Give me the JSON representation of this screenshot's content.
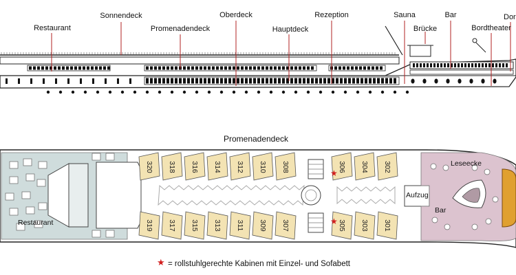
{
  "side_view": {
    "labels": {
      "sonnendeck": "Sonnendeck",
      "oberdeck": "Oberdeck",
      "rezeption": "Rezeption",
      "sauna": "Sauna",
      "bar": "Bar",
      "dorf": "Dor",
      "restaurant": "Restaurant",
      "promenadendeck": "Promenadendeck",
      "hauptdeck": "Hauptdeck",
      "bruecke": "Brücke",
      "bordtheater": "Bordtheater"
    }
  },
  "plan": {
    "title": "Promenadendeck",
    "restaurant": "Restaurant",
    "aufzug": "Aufzug",
    "leseecke": "Leseecke",
    "bar": "Bar",
    "cabins_top": [
      "320",
      "318",
      "316",
      "314",
      "312",
      "310",
      "308",
      "306",
      "304",
      "302"
    ],
    "cabins_bottom": [
      "319",
      "317",
      "315",
      "313",
      "311",
      "309",
      "307",
      "305",
      "303",
      "301"
    ],
    "wheelchair_cabins": [
      "306",
      "305"
    ]
  },
  "legend": {
    "star": "★",
    "text": "= rollstuhlgerechte  Kabinen mit Einzel- und Sofabett"
  },
  "colors": {
    "cabin": "#f3e3b3",
    "restaurant_floor": "#cfdcdc",
    "lounge": "#dcc3cf",
    "hull_line": "#222222",
    "leader_line": "#b22222",
    "star": "#d21f1f"
  }
}
